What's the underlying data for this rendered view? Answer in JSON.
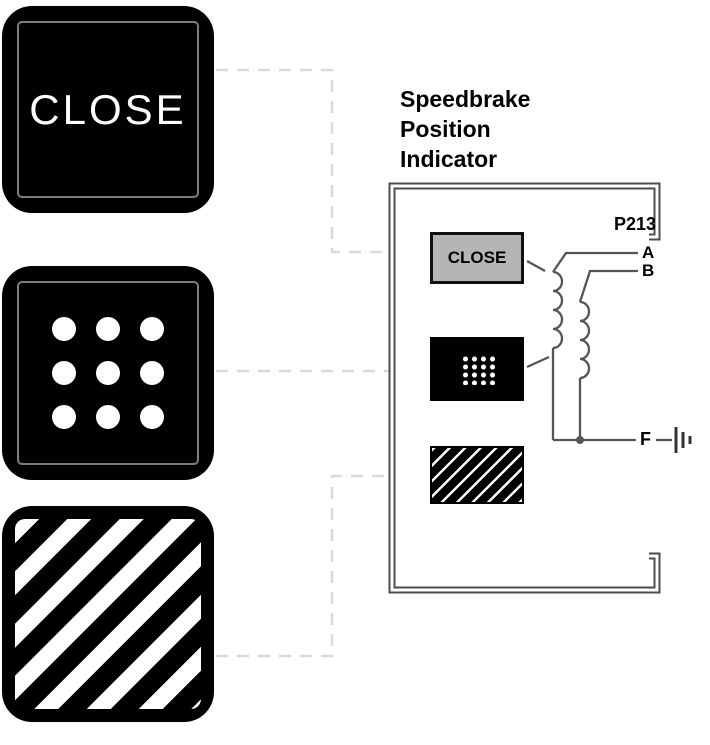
{
  "title": {
    "line1": "Speedbrake",
    "line2": "Position",
    "line3": "Indicator"
  },
  "indicator_panel": {
    "close_label": "CLOSE"
  },
  "schematic": {
    "close_box_label": "CLOSE",
    "connector_label": "P213",
    "pin_a": "A",
    "pin_b": "B",
    "pin_f": "F"
  },
  "colors": {
    "panel_black": "#000000",
    "outline_gray": "#7d7d7d",
    "dashed_gray": "#d9d9d9",
    "wire_gray": "#555555",
    "border_gray": "#4c4c4c",
    "close_box_fill": "#b5b5b5"
  }
}
